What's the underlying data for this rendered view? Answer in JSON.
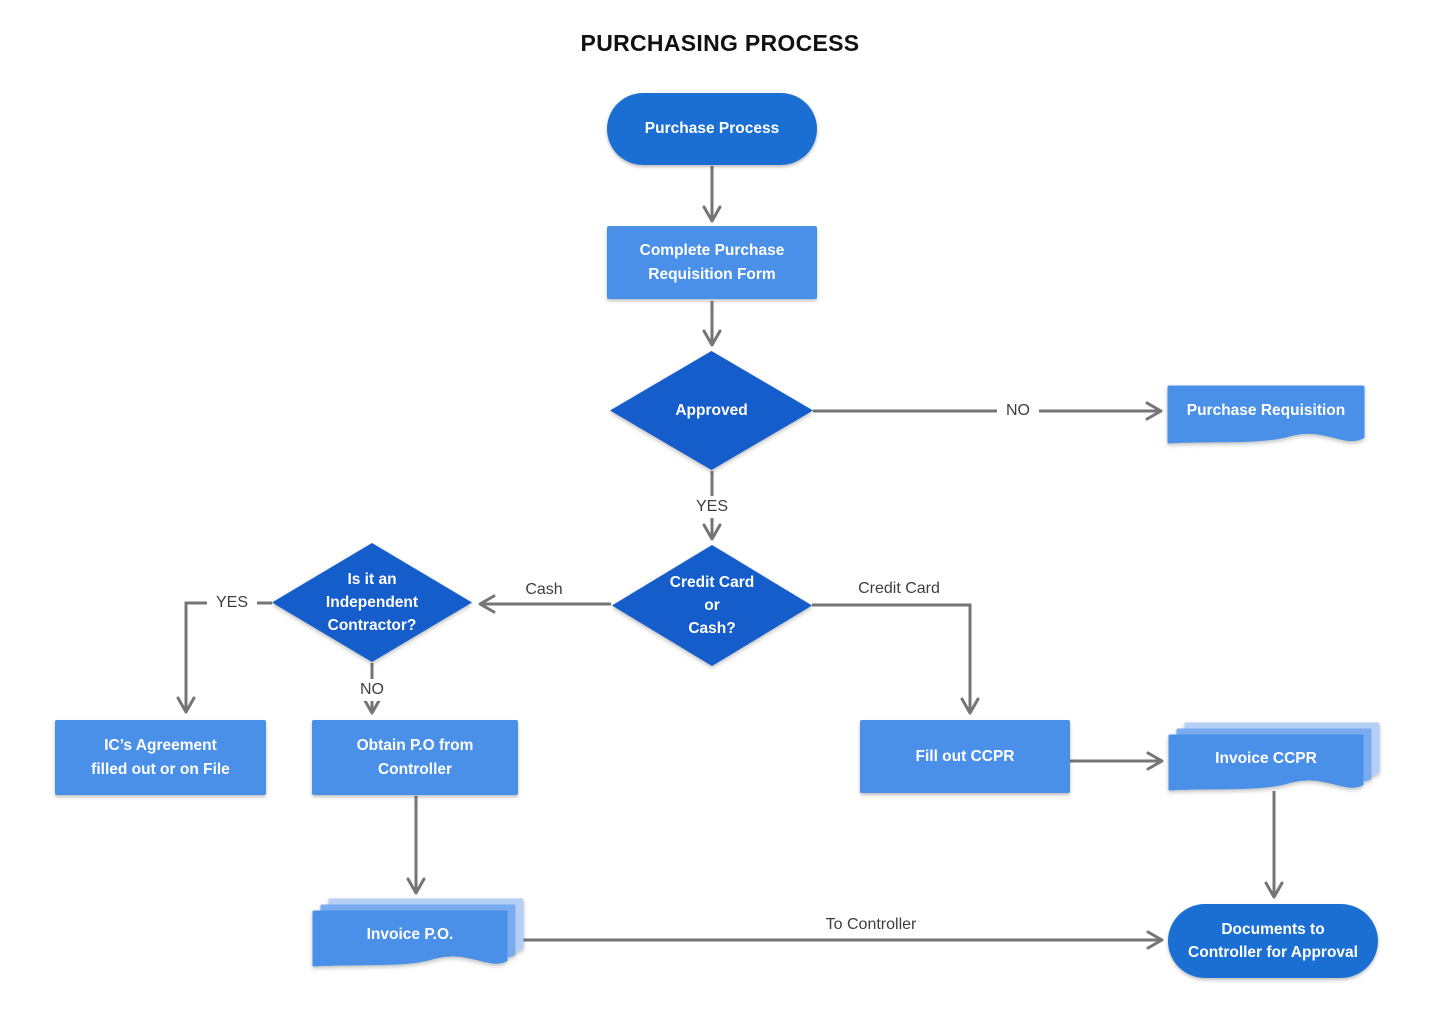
{
  "title": "PURCHASING PROCESS",
  "colors": {
    "background": "#ffffff",
    "title": "#111111",
    "terminator": "#1c6fd2",
    "decision": "#155dca",
    "process": "#4a90e8",
    "document": "#4a90e8",
    "doc_layer2": "#7aaaf0",
    "doc_layer3": "#b4cef6",
    "connector": "#757575",
    "edge_label": "#3e3e3e",
    "node_text": "#ffffff"
  },
  "nodes": {
    "purchase_process": {
      "label": "Purchase Process",
      "type": "terminator"
    },
    "complete_requisition": {
      "label": "Complete Purchase\nRequisition Form",
      "type": "process"
    },
    "approved": {
      "label": "Approved",
      "type": "decision"
    },
    "purchase_requisition": {
      "label": "Purchase Requisition",
      "type": "document"
    },
    "credit_or_cash": {
      "label": "Credit Card\nor\nCash?",
      "type": "decision"
    },
    "independent_contractor": {
      "label": "Is it an\nIndependent\nContractor?",
      "type": "decision"
    },
    "ic_agreement": {
      "label": "IC’s Agreement\nfilled out or on File",
      "type": "process"
    },
    "obtain_po": {
      "label": "Obtain P.O from\nController",
      "type": "process"
    },
    "fill_ccpr": {
      "label": "Fill out CCPR",
      "type": "process"
    },
    "invoice_ccpr": {
      "label": "Invoice CCPR",
      "type": "multi-document"
    },
    "invoice_po": {
      "label": "Invoice P.O.",
      "type": "multi-document"
    },
    "documents_to_controller": {
      "label": "Documents to\nController for Approval",
      "type": "terminator"
    }
  },
  "edge_labels": {
    "approved_no": "NO",
    "approved_yes": "YES",
    "cash": "Cash",
    "credit_card": "Credit Card",
    "contractor_yes": "YES",
    "contractor_no": "NO",
    "to_controller": "To Controller"
  }
}
